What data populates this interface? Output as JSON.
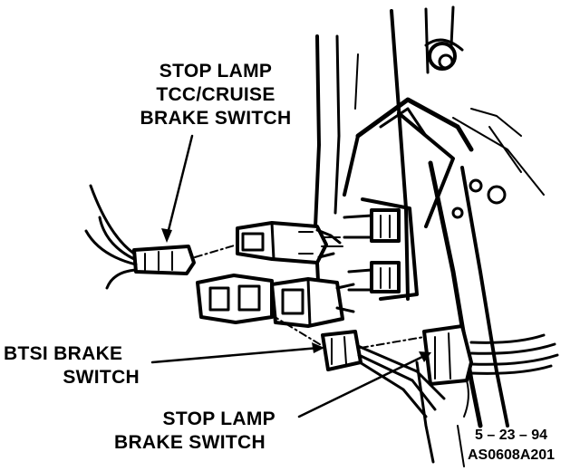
{
  "labels": {
    "stop_lamp_tcc": {
      "line1": "STOP LAMP",
      "line2": "TCC/CRUISE",
      "line3": "BRAKE SWITCH"
    },
    "btsi": {
      "line1": "BTSI BRAKE",
      "line2": "SWITCH"
    },
    "stop_lamp_brake": {
      "line1": "STOP LAMP",
      "line2": "BRAKE SWITCH"
    }
  },
  "date_stamp": "5 – 23 – 94",
  "figure_code": "AS0608A201"
}
